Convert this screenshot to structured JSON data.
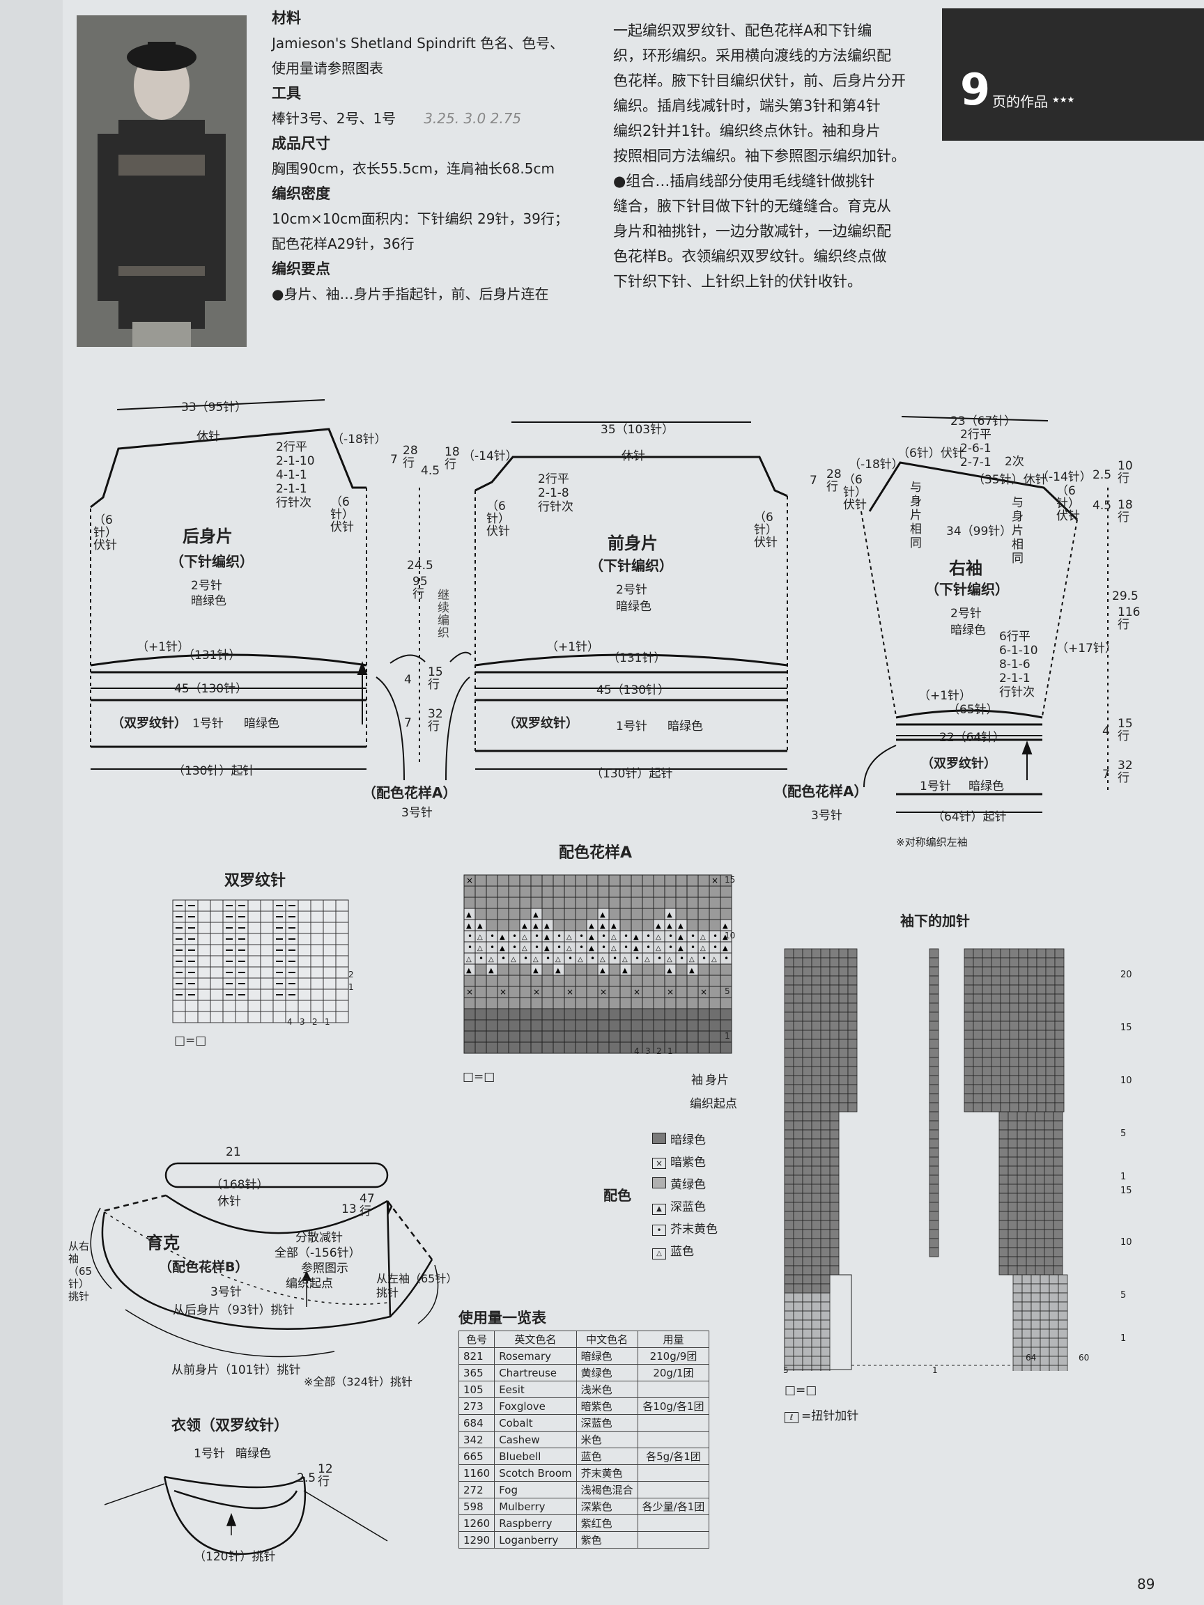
{
  "badge": {
    "page_num": "9",
    "text": "页的作品",
    "stars": "★★★"
  },
  "materials": {
    "title": "材料",
    "line1": "Jamieson's Shetland Spindrift 色名、色号、",
    "line2": "使用量请参照图表",
    "tools_title": "工具",
    "tools": "棒针3号、2号、1号",
    "handnote": "3.25. 3.0 2.75",
    "size_title": "成品尺寸",
    "size": "胸围90cm，衣长55.5cm，连肩袖长68.5cm",
    "gauge_title": "编织密度",
    "gauge1": "10cm×10cm面积内：下针编织 29针，39行；",
    "gauge2": "配色花样A29针，36行",
    "points_title": "编织要点",
    "points1": "●身片、袖…身片手指起针，前、后身片连在"
  },
  "instructions": [
    "一起编织双罗纹针、配色花样A和下针编",
    "织，环形编织。采用横向渡线的方法编织配",
    "色花样。腋下针目编织伏针，前、后身片分开",
    "编织。插肩线减针时，端头第3针和第4针",
    "编织2针并1针。编织终点休针。袖和身片",
    "按照相同方法编织。袖下参照图示编织加针。",
    "●组合…插肩线部分使用毛线缝针做挑针",
    "缝合，腋下针目做下针的无缝缝合。育克从",
    "身片和袖挑针，一边分散减针，一边编织配",
    "色花样B。衣领编织双罗纹针。编织终点做",
    "下针织下针、上针织上针的伏针收针。"
  ],
  "back": {
    "title": "后身片",
    "sub": "（下针编织）",
    "needle": "2号针",
    "color": "暗绿色",
    "top_width": "33（95针）",
    "rest": "休针",
    "dec": "（-18针）",
    "dec_rows": [
      "2行平",
      "2-1-10",
      "4-1-1",
      "2-1-1",
      "行针次"
    ],
    "bind": "（6针）伏针",
    "plus1": "（+1针）",
    "n131": "（131针）",
    "w45": "45（130针）",
    "rib": "（双罗纹针）",
    "rib_needle": "1号针",
    "rib_color": "暗绿色",
    "cast": "（130针）起针"
  },
  "front": {
    "title": "前身片",
    "sub": "（下针编织）",
    "needle": "2号针",
    "color": "暗绿色",
    "top_width": "35（103针）",
    "rest": "休针",
    "dec": "（-14针）",
    "dec_rows": [
      "2行平",
      "2-1-8",
      "行针次"
    ],
    "bind": "（6针）伏针",
    "plus1": "（+1针）",
    "n131": "（131针）",
    "w45": "45（130针）",
    "rib": "（双罗纹针）",
    "rib_needle": "1号针",
    "rib_color": "暗绿色",
    "cast": "（130针）起针"
  },
  "mid_dims": {
    "d7": "7",
    "r28": "28行",
    "d45": "4.5",
    "r18": "18行",
    "d245": "24.5",
    "r95": "95行",
    "cont": "继续编织",
    "d4": "4",
    "r15": "15行",
    "d7b": "7",
    "r32": "32行"
  },
  "pattern_a_label": {
    "name": "（配色花样A）",
    "needle": "3号针"
  },
  "sleeve": {
    "title": "右袖",
    "sub": "（下针编织）",
    "needle": "2号针",
    "color": "暗绿色",
    "top_width": "23（67针）",
    "top_rows": [
      "2行平",
      "2-6-1",
      "2-7-1"
    ],
    "twice": "2次",
    "rest35": "（35针）休针",
    "dec18": "（-18针）",
    "dec14": "（-14针）",
    "bind": "（6针）伏针",
    "w34": "34（99针）",
    "raglan": "与身片相同",
    "d25": "2.5",
    "r10": "10行",
    "d45": "4.5",
    "r18": "18行",
    "d295": "29.5",
    "r116": "116行",
    "inc_rows": [
      "6行平",
      "6-1-10",
      "8-1-6",
      "2-1-1",
      "行针次"
    ],
    "inc": "（+17针）",
    "plus1": "（+1针）",
    "n65": "（65针）",
    "w22": "22（64针）",
    "rib": "（双罗纹针）",
    "rib_needle": "1号针",
    "rib_color": "暗绿色",
    "cast": "（64针）起针",
    "d28": "28行",
    "d7": "7",
    "d4": "4",
    "r15": "15行",
    "d7b": "7",
    "r32": "32行",
    "note": "※对称编织左袖"
  },
  "rib_chart": {
    "title": "双罗纹针",
    "cols": [
      "4",
      "3",
      "2",
      "1"
    ],
    "rows": [
      "2",
      "1"
    ],
    "legend": "□=□"
  },
  "pattern_a": {
    "title": "配色花样A",
    "rows": [
      "15",
      "10",
      "5",
      "1"
    ],
    "cols": [
      "4",
      "3",
      "2",
      "1"
    ],
    "sleeve": "袖",
    "body": "身片",
    "start": "编织起点",
    "legend": "□=□"
  },
  "color_legend": {
    "title": "配色",
    "items": [
      "暗绿色",
      "暗紫色",
      "黄绿色",
      "深蓝色",
      "芥末黄色",
      "蓝色"
    ]
  },
  "sleeve_inc": {
    "title": "袖下的加针",
    "rows": [
      "20",
      "15",
      "10",
      "5",
      "1",
      "15",
      "10",
      "5",
      "1"
    ],
    "cols": [
      "5",
      "1",
      "64",
      "60"
    ],
    "legend1": "□=□",
    "legend2": "=扭针加针"
  },
  "yoke": {
    "title": "育克",
    "sub": "（配色花样B）",
    "needle": "3号针",
    "top": "21",
    "n168": "（168针）",
    "rest": "休针",
    "d13": "13",
    "r47": "47行",
    "dec": "分散减针",
    "dec2": "全部（-156针）",
    "ref": "参照图示",
    "start": "编织起点",
    "from_right": "从右袖（65针）挑针",
    "from_left": "从左袖（65针）挑针",
    "from_back": "从后身片（93针）挑针",
    "from_front": "从前身片（101针）挑针",
    "total": "※全部（324针）挑针"
  },
  "collar": {
    "title": "衣领（双罗纹针）",
    "needle": "1号针",
    "color": "暗绿色",
    "d25": "2.5",
    "r12": "12行",
    "pick": "（120针）挑针"
  },
  "usage": {
    "title": "使用量一览表",
    "headers": [
      "色号",
      "英文色名",
      "中文色名",
      "用量"
    ],
    "rows": [
      [
        "821",
        "Rosemary",
        "暗绿色",
        "210g/9团"
      ],
      [
        "365",
        "Chartreuse",
        "黄绿色",
        "20g/1团"
      ],
      [
        "105",
        "Eesit",
        "浅米色",
        ""
      ],
      [
        "273",
        "Foxglove",
        "暗紫色",
        "各10g/各1团"
      ],
      [
        "684",
        "Cobalt",
        "深蓝色",
        ""
      ],
      [
        "342",
        "Cashew",
        "米色",
        ""
      ],
      [
        "665",
        "Bluebell",
        "蓝色",
        "各5g/各1团"
      ],
      [
        "1160",
        "Scotch Broom",
        "芥末黄色",
        ""
      ],
      [
        "272",
        "Fog",
        "浅褐色混合",
        ""
      ],
      [
        "598",
        "Mulberry",
        "深紫色",
        "各少量/各1团"
      ],
      [
        "1260",
        "Raspberry",
        "紫红色",
        ""
      ],
      [
        "1290",
        "Loganberry",
        "紫色",
        ""
      ]
    ]
  },
  "page_number": "89"
}
